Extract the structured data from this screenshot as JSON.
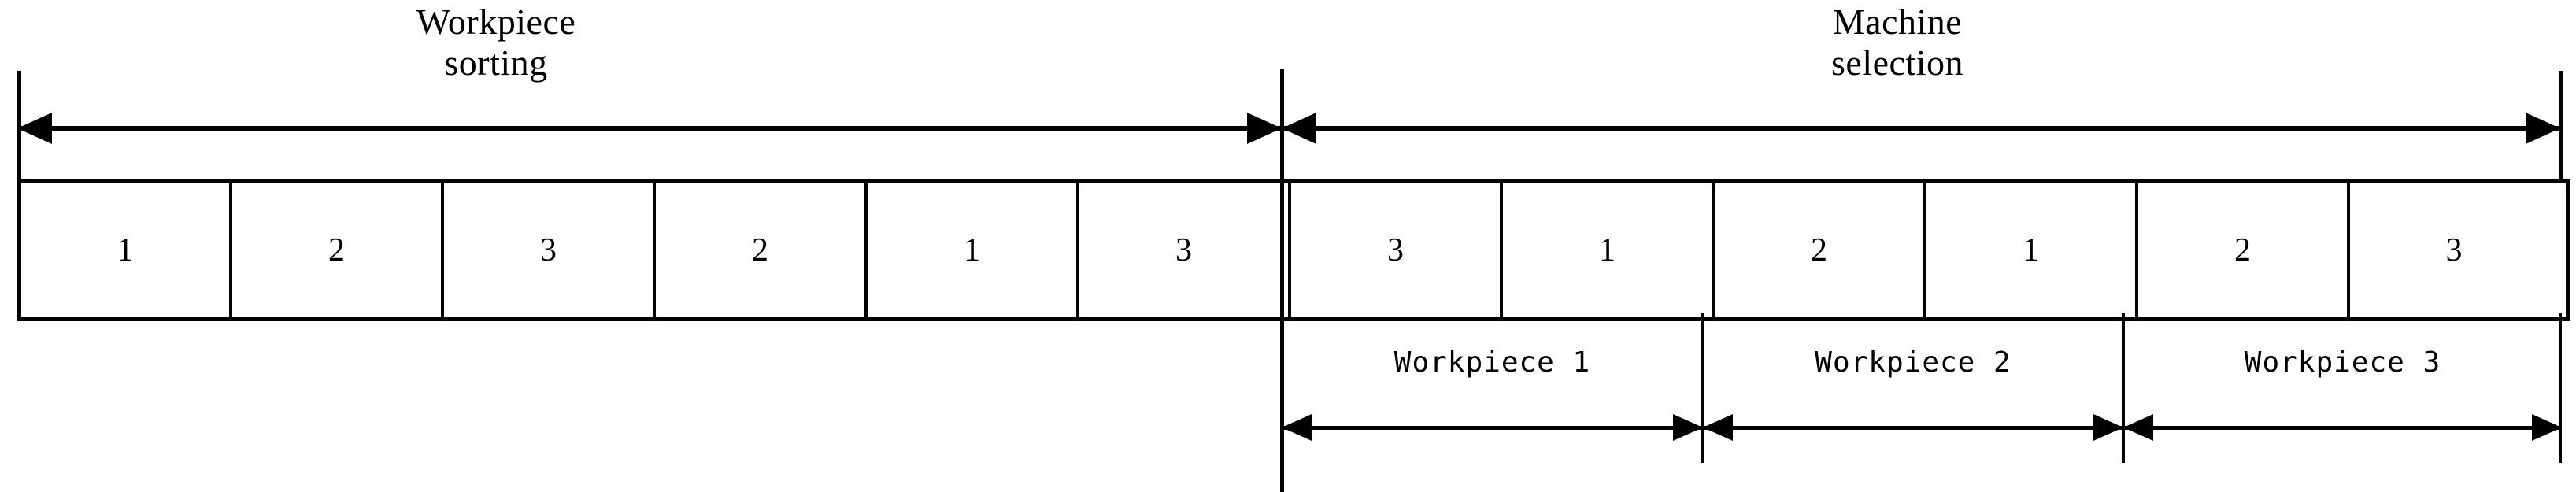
{
  "diagram": {
    "title_top_left": "Workpiece\nsorting",
    "title_top_right": "Machine\nselection",
    "sections": [
      {
        "name": "Workpiece sorting",
        "label": "Workpiece\nsorting",
        "arrow": "double-headed"
      },
      {
        "name": "Machine selection",
        "label": "Machine\nselection",
        "arrow": "double-headed"
      }
    ],
    "chromosome_cells": [
      {
        "index": 1,
        "value": "1",
        "part": "workpiece-sorting"
      },
      {
        "index": 2,
        "value": "2",
        "part": "workpiece-sorting"
      },
      {
        "index": 3,
        "value": "3",
        "part": "workpiece-sorting"
      },
      {
        "index": 4,
        "value": "2",
        "part": "workpiece-sorting"
      },
      {
        "index": 5,
        "value": "1",
        "part": "workpiece-sorting"
      },
      {
        "index": 6,
        "value": "3",
        "part": "workpiece-sorting"
      },
      {
        "index": 7,
        "value": "3",
        "part": "machine-selection"
      },
      {
        "index": 8,
        "value": "1",
        "part": "machine-selection"
      },
      {
        "index": 9,
        "value": "2",
        "part": "machine-selection"
      },
      {
        "index": 10,
        "value": "1",
        "part": "machine-selection"
      },
      {
        "index": 11,
        "value": "2",
        "part": "machine-selection"
      },
      {
        "index": 12,
        "value": "3",
        "part": "machine-selection"
      }
    ],
    "workpiece_groups": [
      {
        "label": "Workpiece 1",
        "cells": [
          7,
          8
        ]
      },
      {
        "label": "Workpiece 2",
        "cells": [
          9,
          10
        ]
      },
      {
        "label": "Workpiece 3",
        "cells": [
          11,
          12
        ]
      }
    ],
    "colors": {
      "line": "#000000",
      "text": "#000000",
      "background": "#ffffff"
    }
  }
}
